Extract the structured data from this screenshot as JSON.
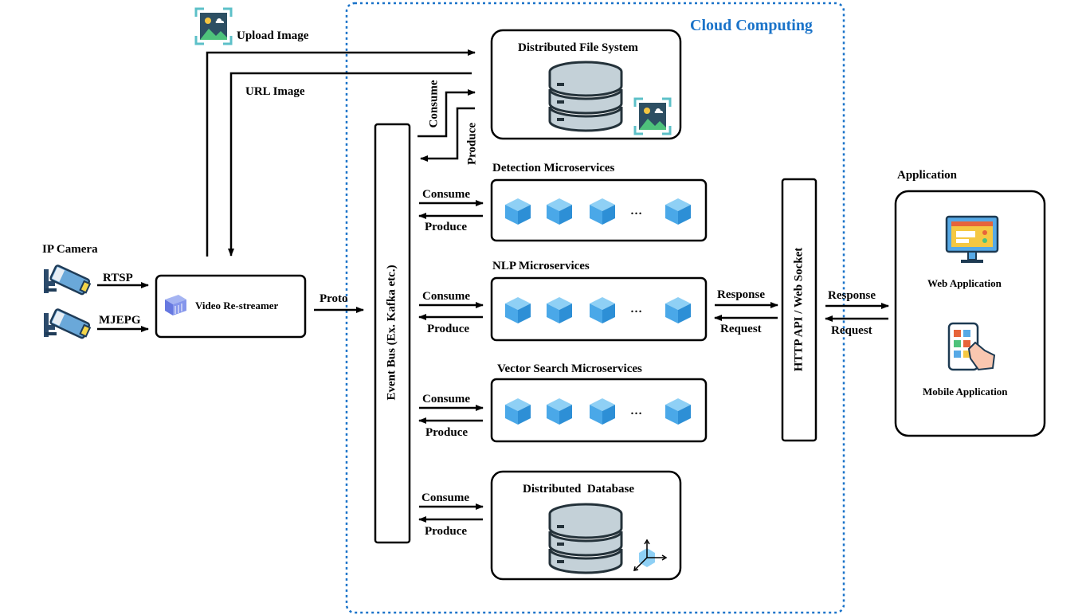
{
  "cloud": {
    "title": "Cloud Computing"
  },
  "camera": {
    "title": "IP Camera",
    "rtsp": "RTSP",
    "mjepg": "MJEPG"
  },
  "restreamer": {
    "label": "Video Re-streamer"
  },
  "proto": "Proto",
  "upload_image": "Upload Image",
  "url_image": "URL Image",
  "event_bus": "Event Bus (Ex. Kafka etc.)",
  "dfs": {
    "title": "Distributed File System",
    "consume": "Consume",
    "produce": "Produce"
  },
  "detection": {
    "title": "Detection Microservices",
    "consume": "Consume",
    "produce": "Produce",
    "ellipsis": "…"
  },
  "nlp": {
    "title": "NLP Microservices",
    "consume": "Consume",
    "produce": "Produce",
    "ellipsis": "…"
  },
  "vector": {
    "title": "Vector Search Microservices",
    "consume": "Consume",
    "produce": "Produce",
    "ellipsis": "…"
  },
  "database": {
    "title": "Distributed  Database",
    "consume": "Consume",
    "produce": "Produce"
  },
  "http_api": "HTTP API / Web Socket",
  "api_link": {
    "response": "Response",
    "request": "Request"
  },
  "app_link": {
    "response": "Response",
    "request": "Request"
  },
  "application": {
    "title": "Application",
    "web": "Web Application",
    "mobile": "Mobile Application"
  },
  "colors": {
    "cloud_border": "#1a73c9",
    "cube_light": "#8fd0f5",
    "cube_mid": "#4aa8e8",
    "cube_dark": "#2d8fd6",
    "db_fill": "#c4d1d8",
    "db_stroke": "#24323a"
  }
}
